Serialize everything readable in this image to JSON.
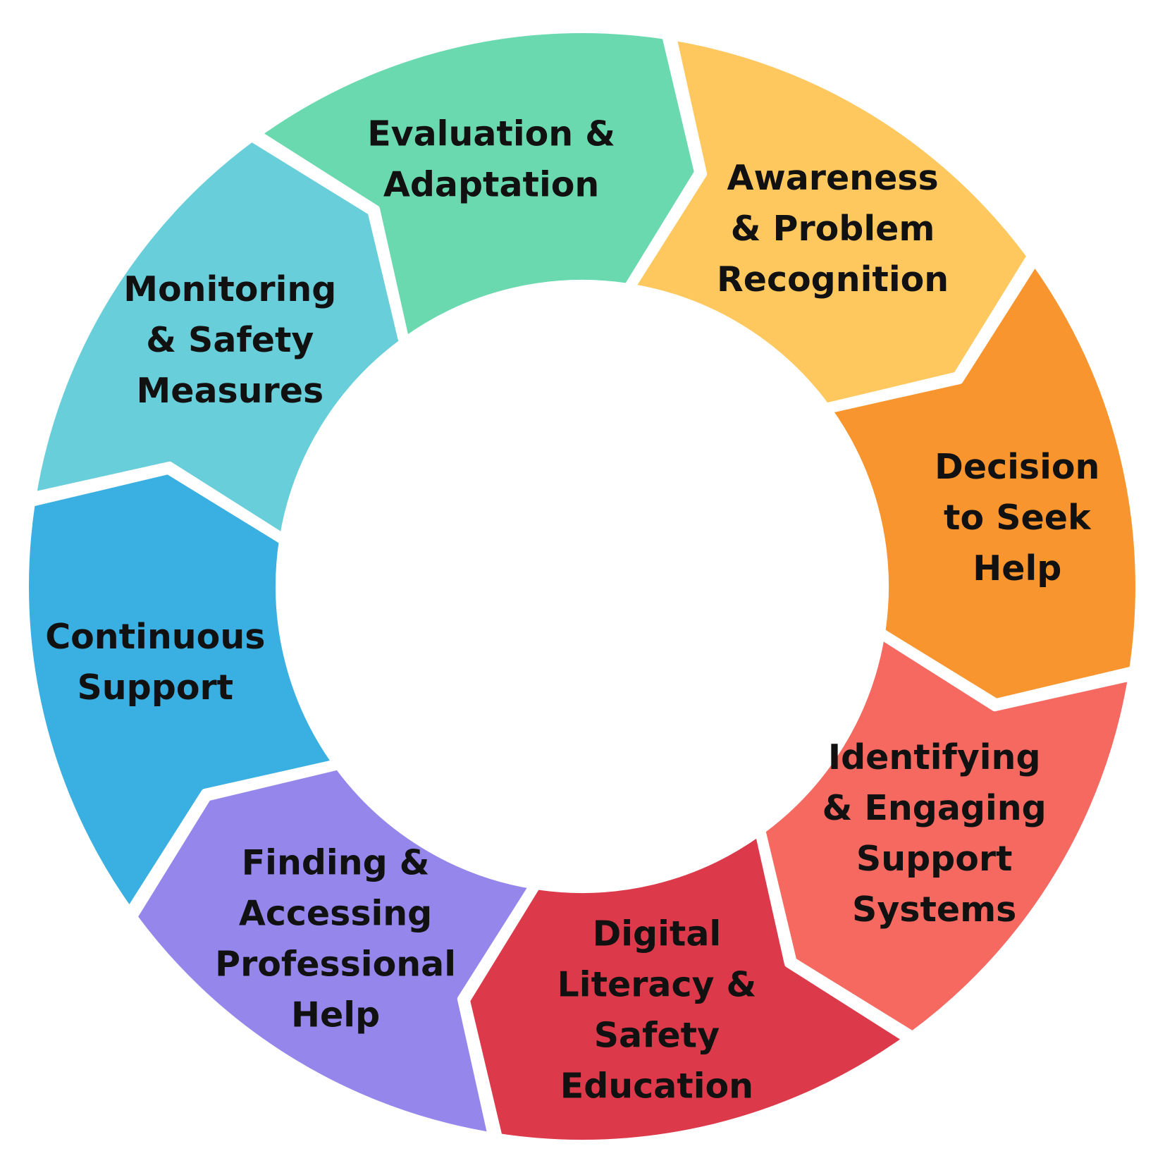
{
  "diagram": {
    "type": "cycle",
    "segments": [
      {
        "id": "awareness",
        "label": "Awareness & Problem Recognition",
        "lines": [
          "Awareness",
          "& Problem",
          "Recognition"
        ],
        "color": "#FEC85F"
      },
      {
        "id": "decision",
        "label": "Decision to Seek Help",
        "lines": [
          "Decision",
          "to Seek",
          "Help"
        ],
        "color": "#F9952E"
      },
      {
        "id": "identifying",
        "label": "Identifying & Engaging Support Systems",
        "lines": [
          "Identifying",
          "& Engaging",
          "Support",
          "Systems"
        ],
        "color": "#F56961"
      },
      {
        "id": "digital-literacy",
        "label": "Digital Literacy & Safety Education",
        "lines": [
          "Digital",
          "Literacy &",
          "Safety",
          "Education"
        ],
        "color": "#DC3A4A"
      },
      {
        "id": "finding-help",
        "label": "Finding & Accessing Professional Help",
        "lines": [
          "Finding &",
          "Accessing",
          "Professional",
          "Help"
        ],
        "color": "#9586EC"
      },
      {
        "id": "continuous-support",
        "label": "Continuous Support",
        "lines": [
          "Continuous",
          "Support"
        ],
        "color": "#3AAFE2"
      },
      {
        "id": "monitoring",
        "label": "Monitoring & Safety Measures",
        "lines": [
          "Monitoring",
          "& Safety",
          "Measures"
        ],
        "color": "#68CED9"
      },
      {
        "id": "evaluation",
        "label": "Evaluation & Adaptation",
        "lines": [
          "Evaluation &",
          "Adaptation"
        ],
        "color": "#6AD9B0"
      }
    ]
  }
}
